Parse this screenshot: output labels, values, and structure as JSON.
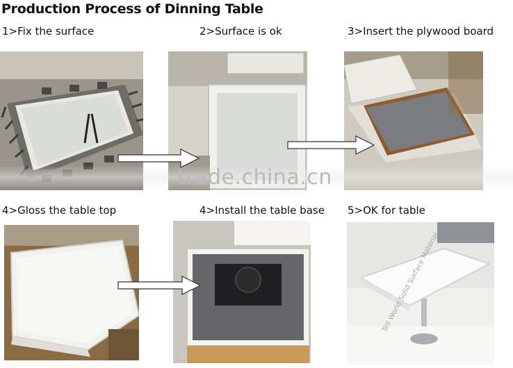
{
  "page": {
    "title": "Production Process of Dinning Table"
  },
  "steps": [
    {
      "label": "1>Fix the surface"
    },
    {
      "label": "2>Surface is ok"
    },
    {
      "label": "3>Insert the plywood board"
    },
    {
      "label": "4>Gloss the table top"
    },
    {
      "label": "4>Install the table base"
    },
    {
      "label": "5>OK for table"
    }
  ],
  "watermark": {
    "text": "trade.china.cn",
    "side_text": "Tell World Solid Surface Material"
  },
  "photos": [
    {
      "icon": "fixing-clamps-photo"
    },
    {
      "icon": "surface-frame-photo"
    },
    {
      "icon": "plywood-board-photo"
    },
    {
      "icon": "glossed-top-photo"
    },
    {
      "icon": "table-base-plate-photo"
    },
    {
      "icon": "finished-table-photo"
    }
  ],
  "colors": {
    "arrow": "#ffffff",
    "arrow_outline": "#333333",
    "watermark": "#b9b9b9"
  }
}
